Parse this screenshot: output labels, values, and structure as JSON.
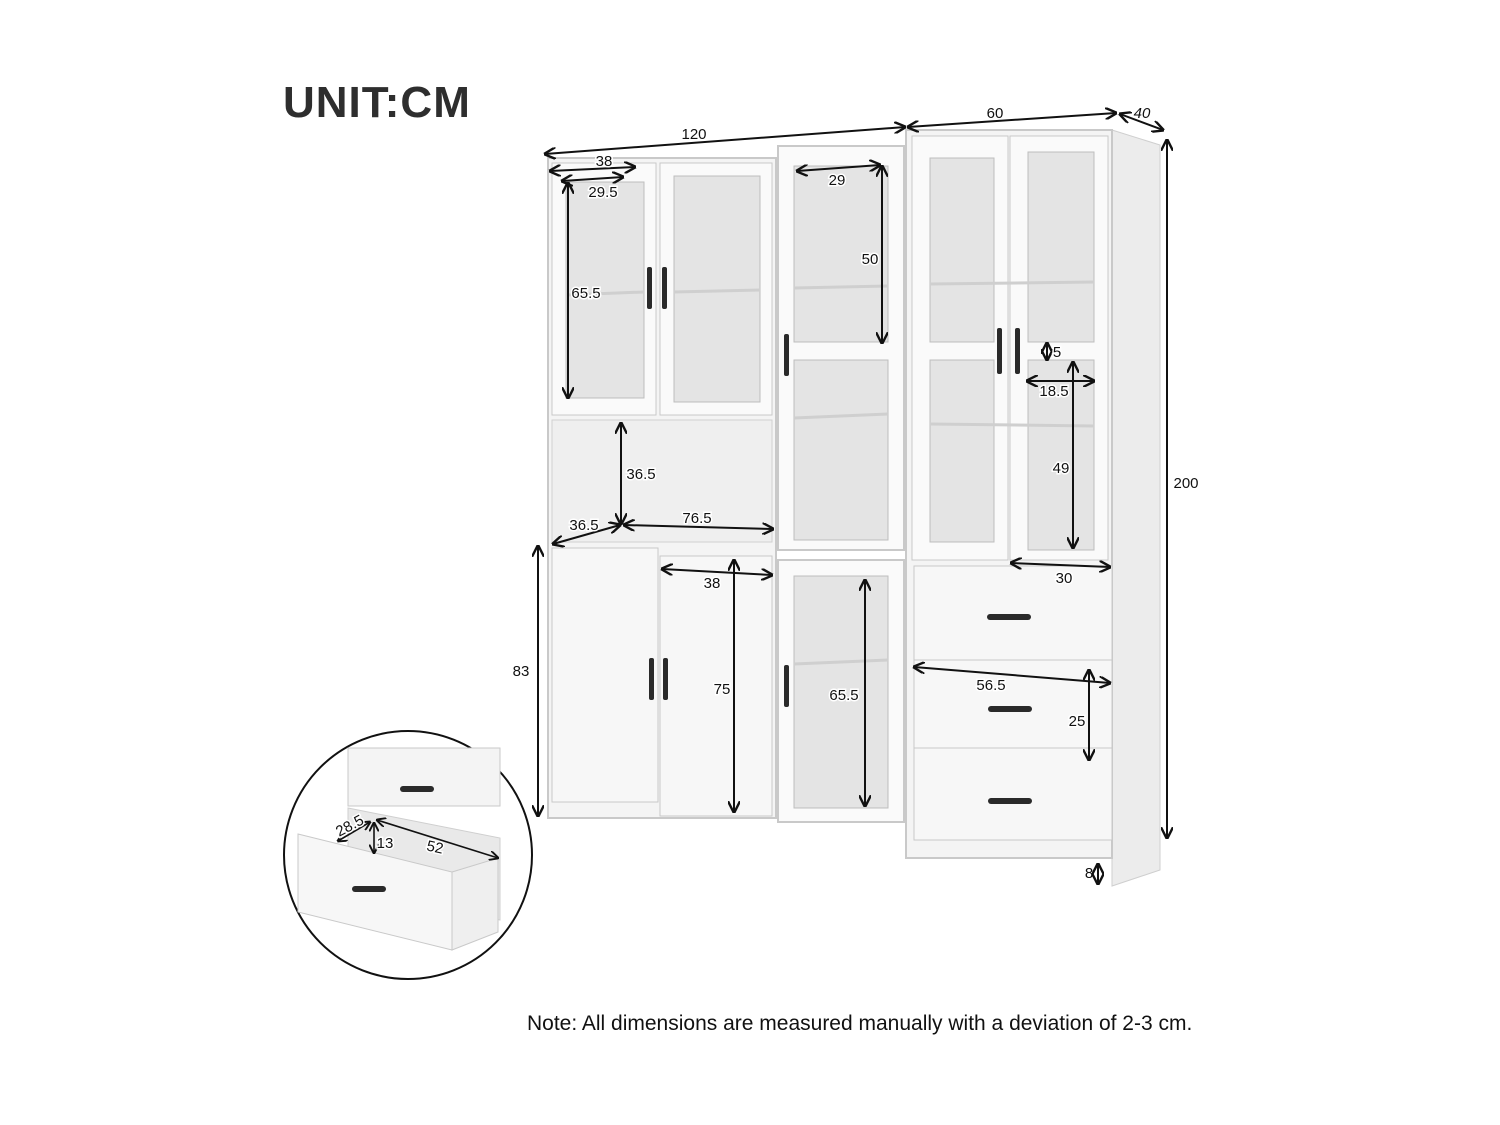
{
  "title": "UNIT:CM",
  "note": "Note: All dimensions are measured manually with a deviation of 2-3 cm.",
  "colors": {
    "cabinet_fill": "#f4f4f4",
    "cabinet_stroke": "#c9c9c9",
    "glass_fill": "#e4e4e4",
    "handle": "#2a2a2a",
    "dimension_line": "#111111",
    "title": "#2e2e2e"
  },
  "dimensions": {
    "overall_width_left": "120",
    "overall_width_right": "60",
    "depth": "40",
    "overall_height": "200",
    "upper_door_width": "38",
    "upper_glass_width": "29.5",
    "upper_glass_height": "65.5",
    "middle_glass_width": "29",
    "middle_glass_height": "50",
    "open_shelf_height": "36.5",
    "open_shelf_depth": "36.5",
    "open_shelf_width": "76.5",
    "right_gap": "5",
    "right_glass_width": "18.5",
    "right_glass_height": "49",
    "right_door_width": "30",
    "lower_door_width": "38",
    "lower_door_height": "75",
    "lower_glass_height": "65.5",
    "base_height": "83",
    "drawer_width": "56.5",
    "drawer_height": "25",
    "plinth_height": "8",
    "inset_drawer_depth": "28.5",
    "inset_drawer_height": "13",
    "inset_drawer_width": "52"
  }
}
